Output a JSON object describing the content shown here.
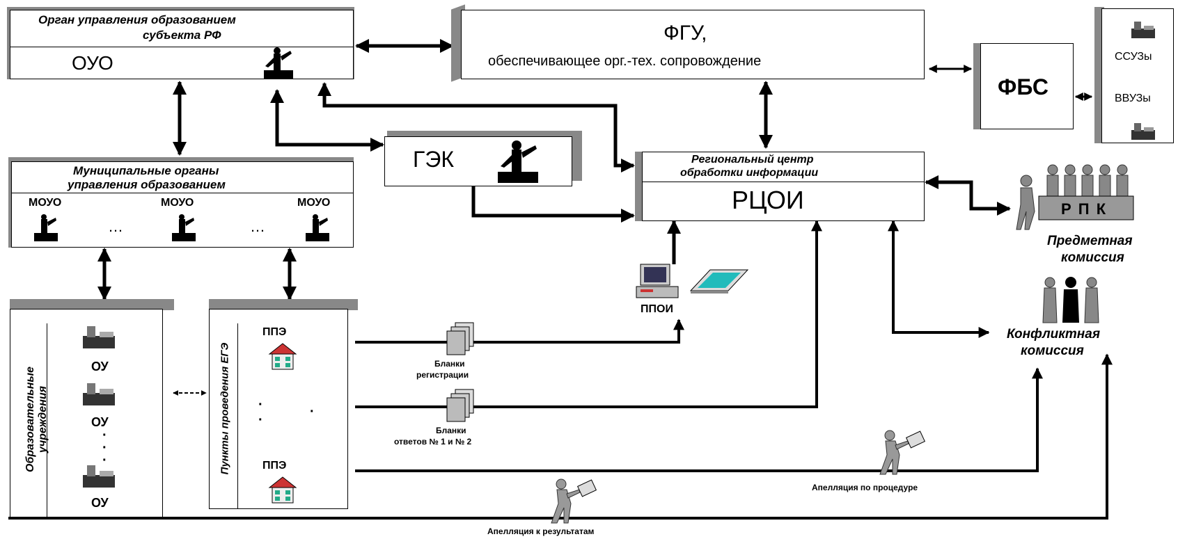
{
  "ouo": {
    "title_line1": "Орган управления образованием",
    "title_line2": "субъекта РФ",
    "abbr": "ОУО"
  },
  "fgu": {
    "title": "ФГУ,",
    "subtitle": "обеспечивающее  орг.-тех. сопровождение"
  },
  "fbs": {
    "label": "ФБС"
  },
  "ssuz": {
    "label1": "ССУЗы",
    "label2": "ВВУЗы"
  },
  "gek": {
    "label": "ГЭК"
  },
  "rcoi": {
    "title_line1": "Региональный центр",
    "title_line2": "обработки информации",
    "abbr": "РЦОИ"
  },
  "mouo": {
    "title_line1": "Муниципальные органы",
    "title_line2": "управления образованием",
    "items": [
      "МОУО",
      "МОУО",
      "МОУО"
    ],
    "ellipsis": "…"
  },
  "ou": {
    "vertical_label": "Образовательные учреждения",
    "items": [
      "ОУ",
      "ОУ",
      "ОУ"
    ]
  },
  "ppe": {
    "vertical_label": "Пункты проведения ЕГЭ",
    "items": [
      "ППЭ",
      "ППЭ"
    ]
  },
  "ppoi": {
    "label": "ППОИ"
  },
  "forms": {
    "registration_line1": "Бланки",
    "registration_line2": "регистрации",
    "answers_line1": "Бланки",
    "answers_line2": "ответов № 1 и № 2"
  },
  "rpk": {
    "sign": "Р П К",
    "label_line1": "Предметная",
    "label_line2": "комиссия"
  },
  "conflict": {
    "label_line1": "Конфликтная",
    "label_line2": "комиссия"
  },
  "appeals": {
    "procedure": "Апелляция по процедуре",
    "results": "Апелляция к результатам"
  }
}
